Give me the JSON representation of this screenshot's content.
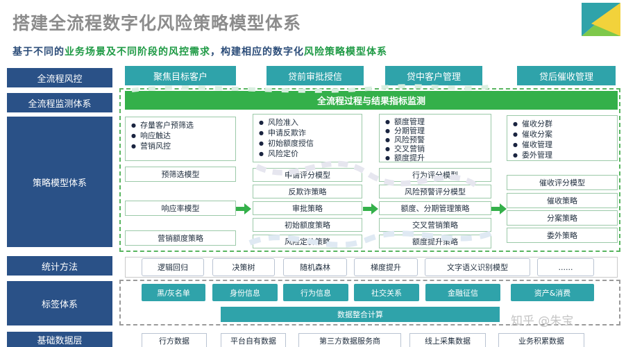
{
  "title": "搭建全流程数字化风险策略模型体系",
  "subtitle": {
    "p1": "基于不同的",
    "h1": "业务场景及不同阶段的风控需求",
    "p2": "，构建相应的数字化",
    "h2": "风险策略模型体系"
  },
  "left_labels": {
    "risk_control": "全流程风控",
    "monitoring": "全流程监测体系",
    "strategy": "策略模型体系",
    "statistics": "统计方法",
    "tags": "标签体系",
    "base_data": "基础数据层"
  },
  "stages": [
    "聚焦目标客户",
    "贷前审批授信",
    "贷中客户管理",
    "贷后催收管理"
  ],
  "monitor_banner": "全流程过程与结果指标监测",
  "stage_bullets": [
    [
      "存量客户预筛选",
      "响应触达",
      "营销风控"
    ],
    [
      "风险准入",
      "申请反欺诈",
      "初始额度授信",
      "风险定价"
    ],
    [
      "额度管理",
      "分期管理",
      "风险预警",
      "交叉营销",
      "额度提升"
    ],
    [
      "催收分群",
      "催收分案",
      "催收管理",
      "委外管理"
    ]
  ],
  "stage_models": [
    [
      "预筛选模型",
      "响应率模型",
      "营销额度策略"
    ],
    [
      "申请评分模型",
      "反欺诈策略",
      "审批策略",
      "初始额度策略",
      "风险定价策略"
    ],
    [
      "行为评分模型",
      "风险预警评分模型",
      "额度、分期管理策略",
      "交叉营销策略",
      "额度提升策略"
    ],
    [
      "催收评分模型",
      "催收策略",
      "分案策略",
      "委外策略"
    ]
  ],
  "statistics_methods": [
    "逻辑回归",
    "决策树",
    "随机森林",
    "梯度提升",
    "文字语义识别模型",
    "......"
  ],
  "tags": [
    "黑/灰名单",
    "身份信息",
    "行为信息",
    "社交关系",
    "金融征信",
    "资产&消费"
  ],
  "integration": "数据整合计算",
  "base_data": [
    "行方数据",
    "平台自有数据",
    "第三方数据服务商",
    "线上采集数据",
    "业务积累数据"
  ],
  "watermark": "知乎 @朱宝",
  "colors": {
    "navy": "#2a5187",
    "teal": "#2fa3aa",
    "green": "#34b04a",
    "title_gray": "#8c8c8c",
    "highlight_green": "#1f9a45"
  },
  "icons": {
    "logo": "corner-logo-icon",
    "arrow": "right-arrow-icon"
  }
}
